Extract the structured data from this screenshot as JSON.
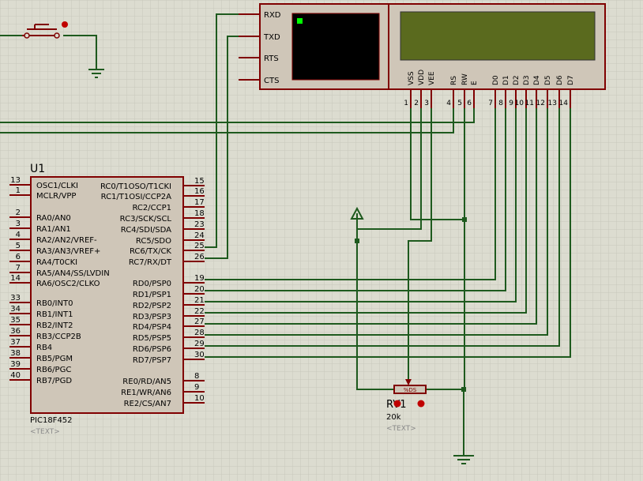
{
  "schematic": {
    "mcu": {
      "ref": "U1",
      "part": "PIC18F452",
      "text_placeholder": "<TEXT>",
      "left_pins": [
        {
          "num": "13",
          "name": "OSC1/CLKI"
        },
        {
          "num": "1",
          "name": "MCLR/VPP"
        },
        {
          "num": "2",
          "name": "RA0/AN0"
        },
        {
          "num": "3",
          "name": "RA1/AN1"
        },
        {
          "num": "4",
          "name": "RA2/AN2/VREF-"
        },
        {
          "num": "5",
          "name": "RA3/AN3/VREF+"
        },
        {
          "num": "6",
          "name": "RA4/T0CKI"
        },
        {
          "num": "7",
          "name": "RA5/AN4/SS/LVDIN"
        },
        {
          "num": "14",
          "name": "RA6/OSC2/CLKO"
        },
        {
          "num": "33",
          "name": "RB0/INT0"
        },
        {
          "num": "34",
          "name": "RB1/INT1"
        },
        {
          "num": "35",
          "name": "RB2/INT2"
        },
        {
          "num": "36",
          "name": "RB3/CCP2B"
        },
        {
          "num": "37",
          "name": "RB4"
        },
        {
          "num": "38",
          "name": "RB5/PGM"
        },
        {
          "num": "39",
          "name": "RB6/PGC"
        },
        {
          "num": "40",
          "name": "RB7/PGD"
        }
      ],
      "right_pins": [
        {
          "num": "15",
          "name": "RC0/T1OSO/T1CKI"
        },
        {
          "num": "16",
          "name": "RC1/T1OSI/CCP2A"
        },
        {
          "num": "17",
          "name": "RC2/CCP1"
        },
        {
          "num": "18",
          "name": "RC3/SCK/SCL"
        },
        {
          "num": "23",
          "name": "RC4/SDI/SDA"
        },
        {
          "num": "24",
          "name": "RC5/SDO"
        },
        {
          "num": "25",
          "name": "RC6/TX/CK"
        },
        {
          "num": "26",
          "name": "RC7/RX/DT"
        },
        {
          "num": "19",
          "name": "RD0/PSP0"
        },
        {
          "num": "20",
          "name": "RD1/PSP1"
        },
        {
          "num": "21",
          "name": "RD2/PSP2"
        },
        {
          "num": "22",
          "name": "RD3/PSP3"
        },
        {
          "num": "27",
          "name": "RD4/PSP4"
        },
        {
          "num": "28",
          "name": "RD5/PSP5"
        },
        {
          "num": "29",
          "name": "RD6/PSP6"
        },
        {
          "num": "30",
          "name": "RD7/PSP7"
        },
        {
          "num": "8",
          "name": "RE0/RD/AN5"
        },
        {
          "num": "9",
          "name": "RE1/WR/AN6"
        },
        {
          "num": "10",
          "name": "RE2/CS/AN7"
        }
      ]
    },
    "terminal": {
      "pins": [
        "RXD",
        "TXD",
        "RTS",
        "CTS"
      ]
    },
    "lcd": {
      "pins": [
        {
          "name": "VSS",
          "num": "1"
        },
        {
          "name": "VDD",
          "num": "2"
        },
        {
          "name": "VEE",
          "num": "3"
        },
        {
          "name": "RS",
          "num": "4"
        },
        {
          "name": "RW",
          "num": "5"
        },
        {
          "name": "E",
          "num": "6"
        },
        {
          "name": "D0",
          "num": "7"
        },
        {
          "name": "D1",
          "num": "8"
        },
        {
          "name": "D2",
          "num": "9"
        },
        {
          "name": "D3",
          "num": "10"
        },
        {
          "name": "D4",
          "num": "11"
        },
        {
          "name": "D5",
          "num": "12"
        },
        {
          "name": "D6",
          "num": "13"
        },
        {
          "name": "D7",
          "num": "14"
        }
      ]
    },
    "pot": {
      "ref": "RV1",
      "value": "20k",
      "body_text": "%DS",
      "text_placeholder": "<TEXT>"
    },
    "colors": {
      "background": "#dcdcd0",
      "grid": "#c8c8bc",
      "wire": "#1e5a1e",
      "component_outline": "#800000",
      "component_fill": "#cfc6b8",
      "pin": "#800000",
      "pin_dot": "#c00000",
      "label_text": "#000000",
      "placeholder_text": "#8a8a8a",
      "terminal_screen": "#000000",
      "terminal_cursor": "#00ff00",
      "lcd_screen": "#5a6a1e"
    }
  }
}
